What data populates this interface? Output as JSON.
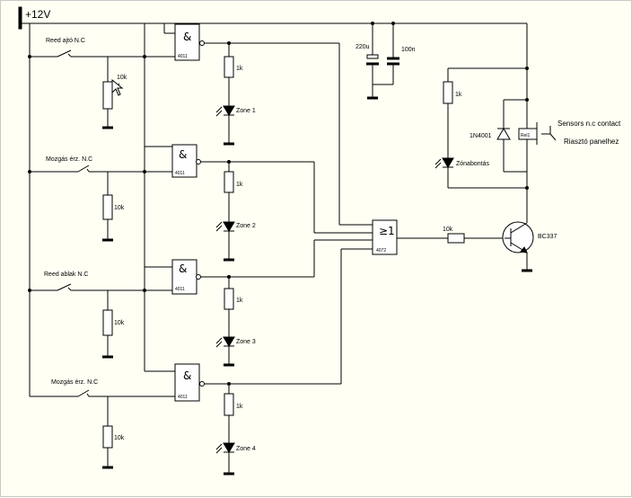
{
  "supply": "+12V",
  "switches": [
    "Reed ajtó N.C",
    "Mozgás érz. N.C",
    "Reed ablak N.C",
    "Mozgás érz. N.C"
  ],
  "gate_symbol": "&",
  "gate_model": "4011",
  "or_symbol": "≥1",
  "or_model": "4072",
  "resistor_1k": "1k",
  "resistor_10k": "10k",
  "leds": [
    "Zone 1",
    "Zone 2",
    "Zone 3",
    "Zone 4"
  ],
  "cap1": "220u",
  "cap2": "100n",
  "led_general": "Zónabontás",
  "diode": "1N4001",
  "relay": "Rel1",
  "contact_label_1": "Sensors n.c contact",
  "contact_label_2": "Riasztó panelhez",
  "transistor": "BC337",
  "base_resistor": "10k"
}
